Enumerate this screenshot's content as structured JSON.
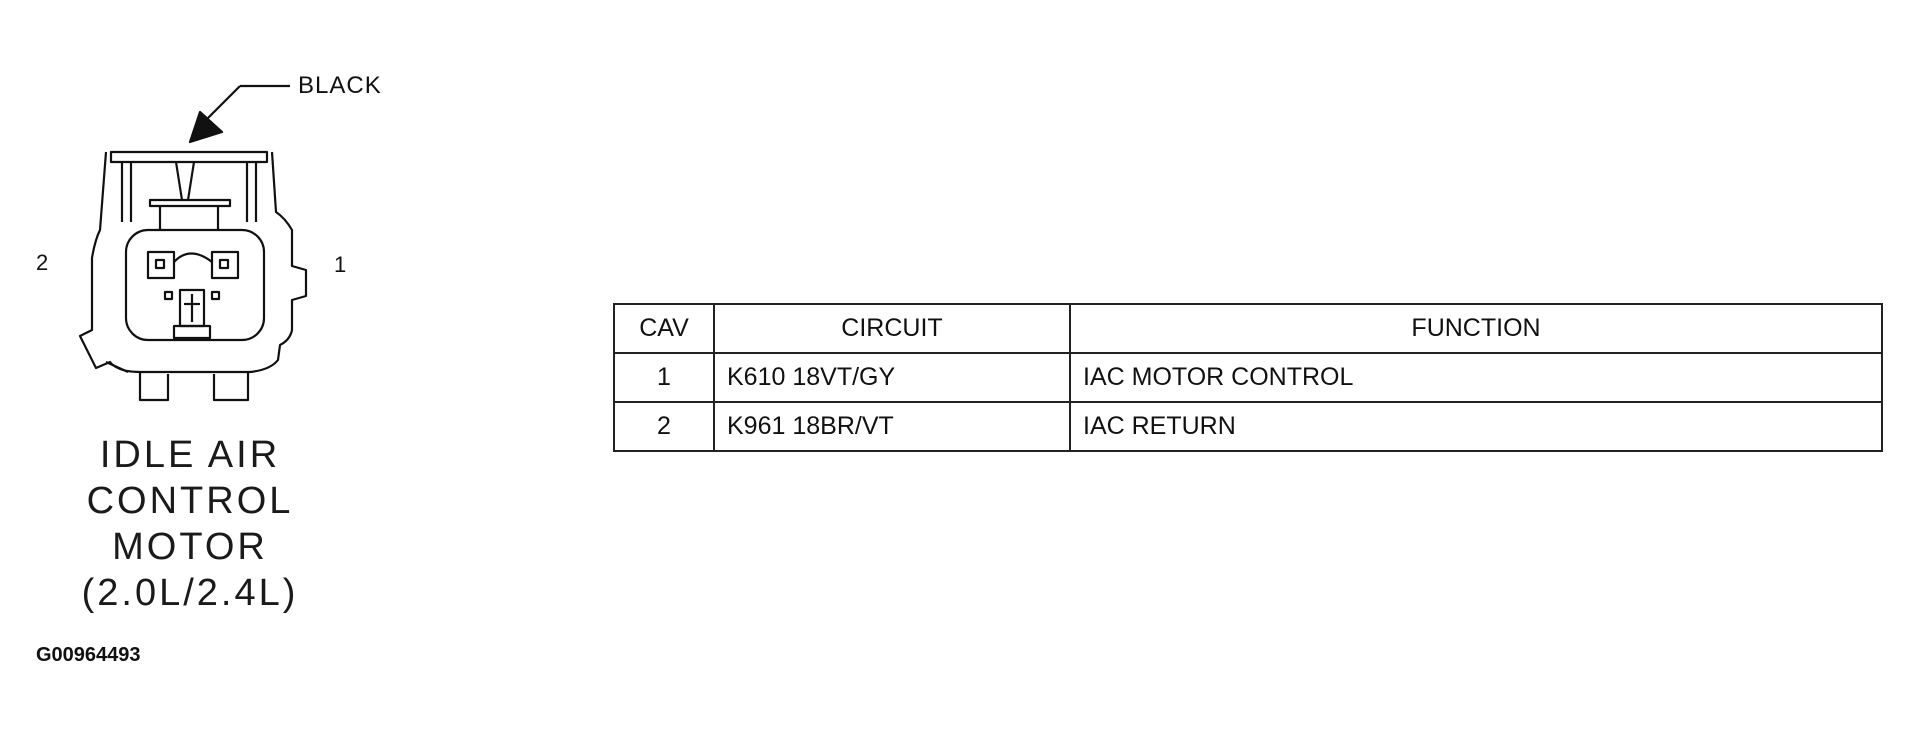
{
  "connector": {
    "color_label": "BLACK",
    "pin_left_label": "2",
    "pin_right_label": "1",
    "name_lines": [
      "IDLE AIR",
      "CONTROL",
      "MOTOR",
      "(2.0L/2.4L)"
    ]
  },
  "figure_id": "G00964493",
  "pinout_table": {
    "headers": {
      "cav": "CAV",
      "circuit": "CIRCUIT",
      "function": "FUNCTION"
    },
    "rows": [
      {
        "cav": "1",
        "circuit": "K610 18VT/GY",
        "function": "IAC MOTOR CONTROL"
      },
      {
        "cav": "2",
        "circuit": "K961 18BR/VT",
        "function": "IAC RETURN"
      }
    ]
  },
  "colors": {
    "ink": "#111111",
    "background": "#ffffff"
  }
}
